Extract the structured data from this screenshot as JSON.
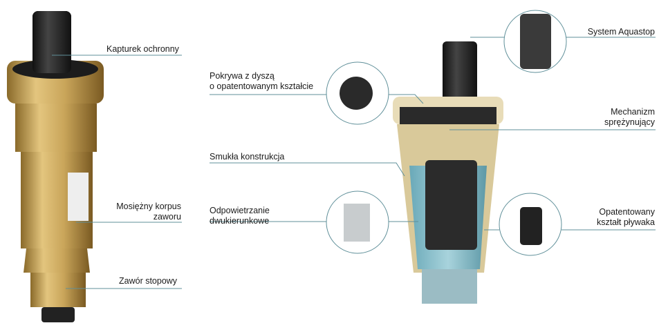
{
  "left_valve": {
    "labels": {
      "cap": "Kapturek ochronny",
      "body_line1": "Mosiężny korpus",
      "body_line2": "zaworu",
      "foot_valve": "Zawór stopowy"
    }
  },
  "right_valve": {
    "labels": {
      "cover_line1": "Pokrywa z dyszą",
      "cover_line2": "o opatentowanym kształcie",
      "slim": "Smukła konstrukcja",
      "vent_line1": "Odpowietrzanie",
      "vent_line2": "dwukierunkowe",
      "aquastop": "System Aquastop",
      "spring_line1": "Mechanizm",
      "spring_line2": "sprężynujący",
      "float_line1": "Opatentowany",
      "float_line2": "kształt pływaka"
    }
  },
  "colors": {
    "leader_line": "#5f8f99",
    "brass": "#c9a55a",
    "cap": "#1e1e1e",
    "water": "#8fc3cf"
  }
}
